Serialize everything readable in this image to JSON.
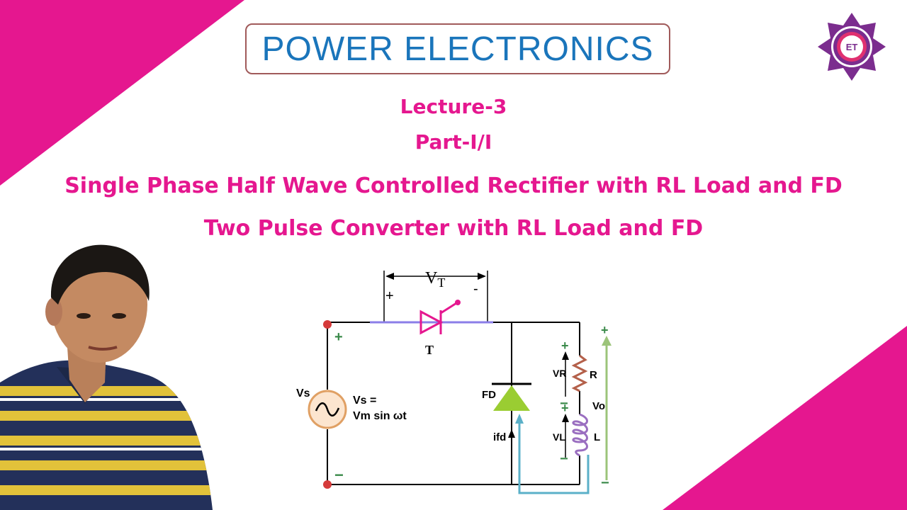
{
  "header": {
    "title": "POWER ELECTRONICS",
    "lecture": "Lecture-3",
    "part": "Part-I/I",
    "subtitle_1": "Single Phase Half Wave Controlled Rectifier with RL Load and FD",
    "subtitle_2": "Two Pulse Converter with RL Load and FD"
  },
  "logo": {
    "text": "ET"
  },
  "circuit": {
    "vt_label": "V",
    "vt_sub": "T",
    "vt_plus": "+",
    "vt_minus": "-",
    "thyristor_label": "T",
    "source_label": "Vs",
    "source_eq_1": "Vs =",
    "source_eq_2": "Vm sin ωt",
    "fd_label": "FD",
    "ifd_label": "ifd",
    "vr_label": "VR",
    "vl_label": "VL",
    "r_label": "R",
    "l_label": "L",
    "vo_label": "Vo"
  },
  "colors": {
    "accent_pink": "#e5178f",
    "title_blue": "#1a75bb",
    "logo_purple": "#7b2d8e",
    "wire_green": "#9cc47a",
    "wire_blue": "#5bb0c8"
  }
}
